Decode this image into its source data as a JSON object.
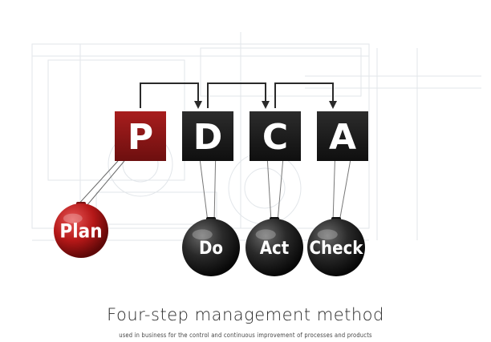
{
  "letters": [
    "P",
    "D",
    "C",
    "A"
  ],
  "balls": [
    "Plan",
    "Do",
    "Act",
    "Check"
  ],
  "colors": {
    "red_box": "#8e1616",
    "red_ball": "#c21f1f",
    "dark_box": "#1e1e1e",
    "dark_ball": "#262626",
    "arrow": "#2a2a2a",
    "background_sketch": "#e6e9ec"
  },
  "title": "Four-step management method",
  "subtitle": "used in business for the control and continuous improvement of processes and products"
}
